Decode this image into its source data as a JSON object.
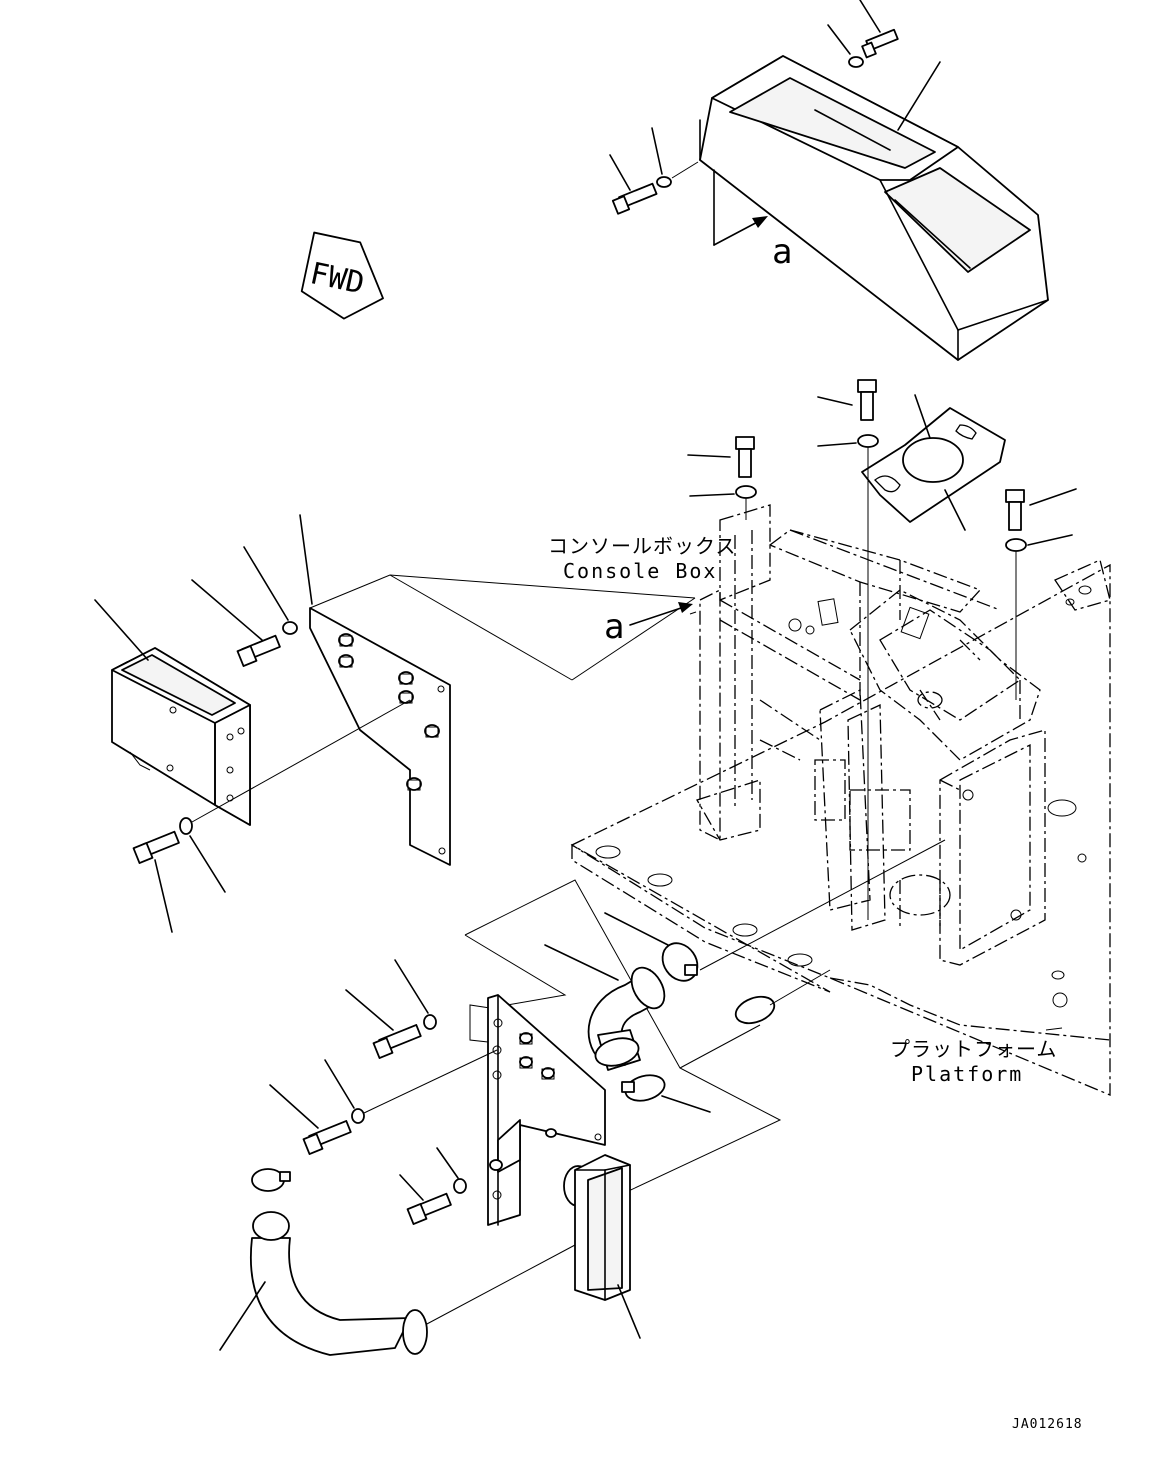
{
  "labels": {
    "console_box_jp": "コンソールボックス",
    "console_box_en": "Console Box",
    "platform_jp": "プラットフォーム",
    "platform_en": "Platform",
    "view_mark_top": "a",
    "view_mark_frame": "a",
    "fwd": "FWD",
    "drawing_code": "JA012618"
  }
}
